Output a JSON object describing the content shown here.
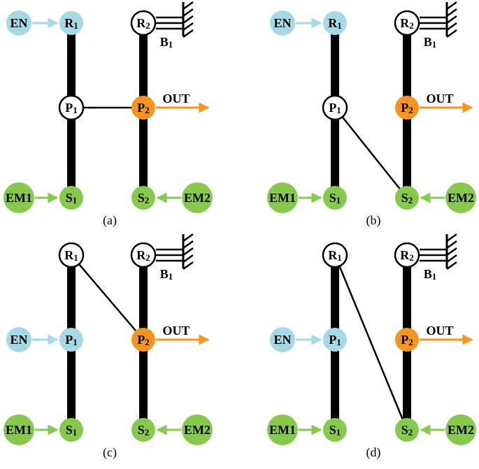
{
  "colors": {
    "en": "#a6d9e6",
    "em": "#86c94b",
    "out": "#f7941d",
    "node_white": "#ffffff",
    "line": "#000000"
  },
  "panels": [
    {
      "caption": "(a)",
      "input_label": "EN",
      "input_target": "R1",
      "nodes": {
        "r1": "R1",
        "p1": "P1",
        "s1": "S1",
        "r2": "R2",
        "p2": "P2",
        "s2": "S2"
      },
      "em1_label": "EM1",
      "em2_label": "EM2",
      "brake_label": "B1",
      "out_label": "OUT",
      "link": "P1-P2"
    },
    {
      "caption": "(b)",
      "input_label": "EN",
      "input_target": "R1",
      "nodes": {
        "r1": "R1",
        "p1": "P1",
        "s1": "S1",
        "r2": "R2",
        "p2": "P2",
        "s2": "S2"
      },
      "em1_label": "EM1",
      "em2_label": "EM2",
      "brake_label": "B1",
      "out_label": "OUT",
      "link": "P1-S2"
    },
    {
      "caption": "(c)",
      "input_label": "EN",
      "input_target": "P1",
      "nodes": {
        "r1": "R1",
        "p1": "P1",
        "s1": "S1",
        "r2": "R2",
        "p2": "P2",
        "s2": "S2"
      },
      "em1_label": "EM1",
      "em2_label": "EM2",
      "brake_label": "B1",
      "out_label": "OUT",
      "link": "R1-P2"
    },
    {
      "caption": "(d)",
      "input_label": "EN",
      "input_target": "P1",
      "nodes": {
        "r1": "R1",
        "p1": "P1",
        "s1": "S1",
        "r2": "R2",
        "p2": "P2",
        "s2": "S2"
      },
      "em1_label": "EM1",
      "em2_label": "EM2",
      "brake_label": "B1",
      "out_label": "OUT",
      "link": "R1-S2"
    }
  ]
}
